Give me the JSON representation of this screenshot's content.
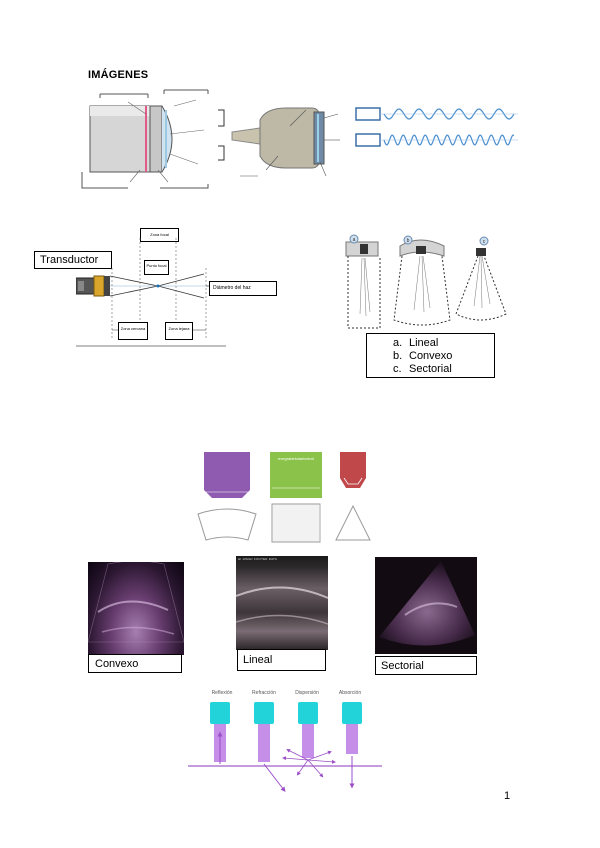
{
  "page": {
    "title": "IMÁGENES",
    "page_number": "1"
  },
  "beam_diagram": {
    "transducer_label": "Transductor",
    "focal_zone_label": "Zona focal",
    "focal_point_label": "Punto focal",
    "beam_diameter_label": "Diámetro del haz",
    "near_zone_label": "Zona cercana",
    "far_zone_label": "Zona lejana"
  },
  "probe_types": {
    "items": [
      "Lineal",
      "Convexo",
      "Sectorial"
    ],
    "markers": [
      "a.",
      "b.",
      "c."
    ],
    "panel_tags": [
      "a",
      "b",
      "c"
    ]
  },
  "probe_shapes": {
    "green_probe_text": "exegrabelulaeloxtrol"
  },
  "ultrasound_images": {
    "convex_label": "Convexo",
    "linear_label": "Lineal",
    "sector_label": "Sectorial",
    "linear_header": "HI 10MHz FOOTER DATA"
  },
  "interactions": {
    "labels": [
      "Reflexión",
      "Refracción",
      "Dispersión",
      "Absorción"
    ]
  },
  "colors": {
    "purple_probe": "#8e5bb0",
    "green_probe": "#8bc34a",
    "red_probe": "#c0484a",
    "cyan_transducer": "#22d4d9",
    "beam_violet": "#c58ee8",
    "wave_blue": "#4a8fcf"
  }
}
